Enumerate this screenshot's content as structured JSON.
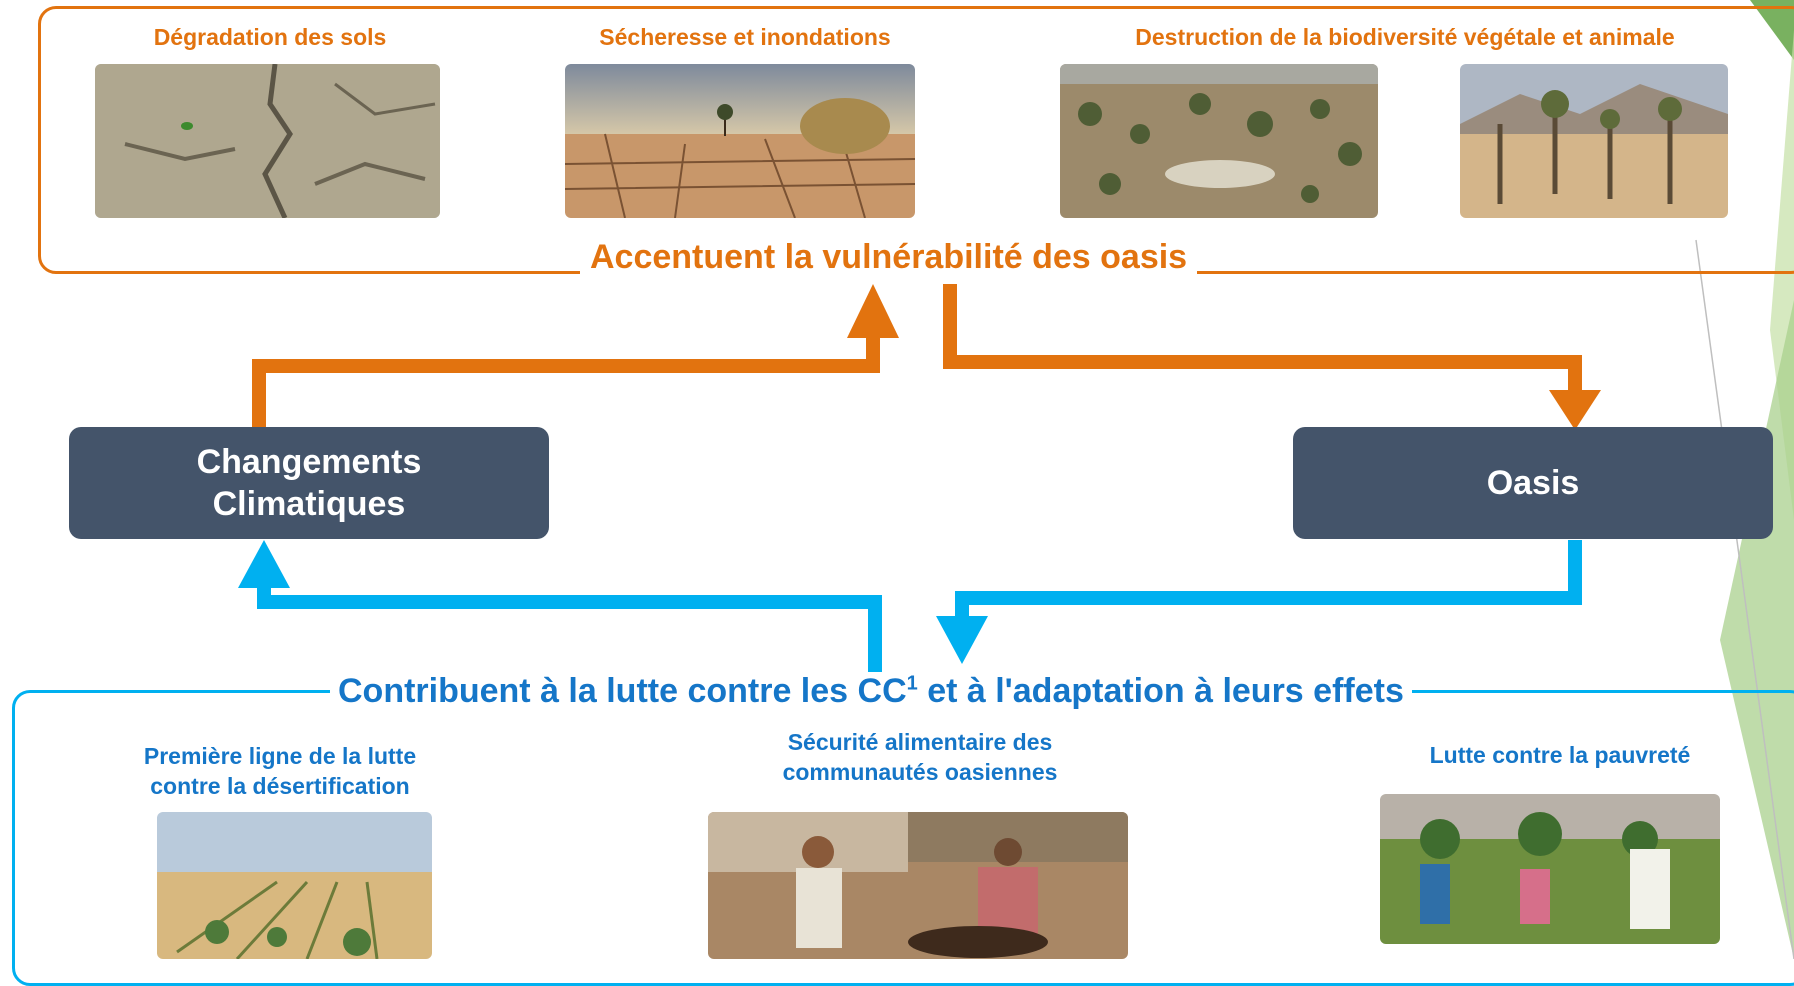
{
  "colors": {
    "orange": "#E2730F",
    "blue": "#00B0F0",
    "blue_text": "#1576C8",
    "node": "#44546A",
    "green": "#8BC34A"
  },
  "top_section": {
    "headline": "Accentuent la vulnérabilité des oasis",
    "items": [
      {
        "label": "Dégradation des sols"
      },
      {
        "label": "Sécheresse et inondations"
      },
      {
        "label": "Destruction de la biodiversité végétale et animale"
      }
    ]
  },
  "nodes": {
    "left": "Changements\nClimatiques",
    "right": "Oasis"
  },
  "bottom_section": {
    "headline_pre": "Contribuent à la lutte contre les CC",
    "headline_sup": "1",
    "headline_post": " et à l'adaptation à leurs effets",
    "items": [
      {
        "label": "Première ligne de la lutte\ncontre la désertification"
      },
      {
        "label": "Sécurité alimentaire des\ncommunautés oasiennes"
      },
      {
        "label": "Lutte contre la pauvreté"
      }
    ]
  }
}
